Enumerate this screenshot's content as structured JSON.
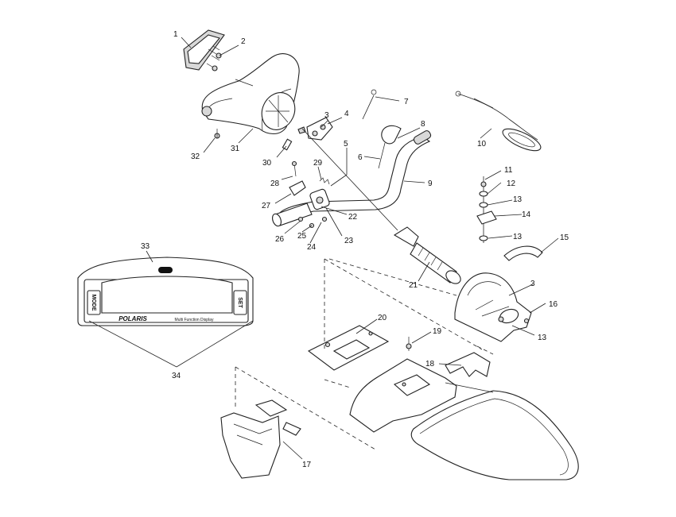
{
  "callouts": [
    "1",
    "2",
    "3",
    "4",
    "5",
    "6",
    "7",
    "8",
    "9",
    "10",
    "11",
    "12",
    "13",
    "14",
    "15",
    "16",
    "17",
    "18",
    "19",
    "20",
    "21",
    "22",
    "23",
    "24",
    "25",
    "26",
    "27",
    "28",
    "29",
    "30",
    "31",
    "32",
    "33",
    "34"
  ],
  "display": {
    "mode_label": "MODE",
    "set_label": "SET",
    "brand": "POLARIS",
    "subtitle": "Multi Function Display"
  }
}
